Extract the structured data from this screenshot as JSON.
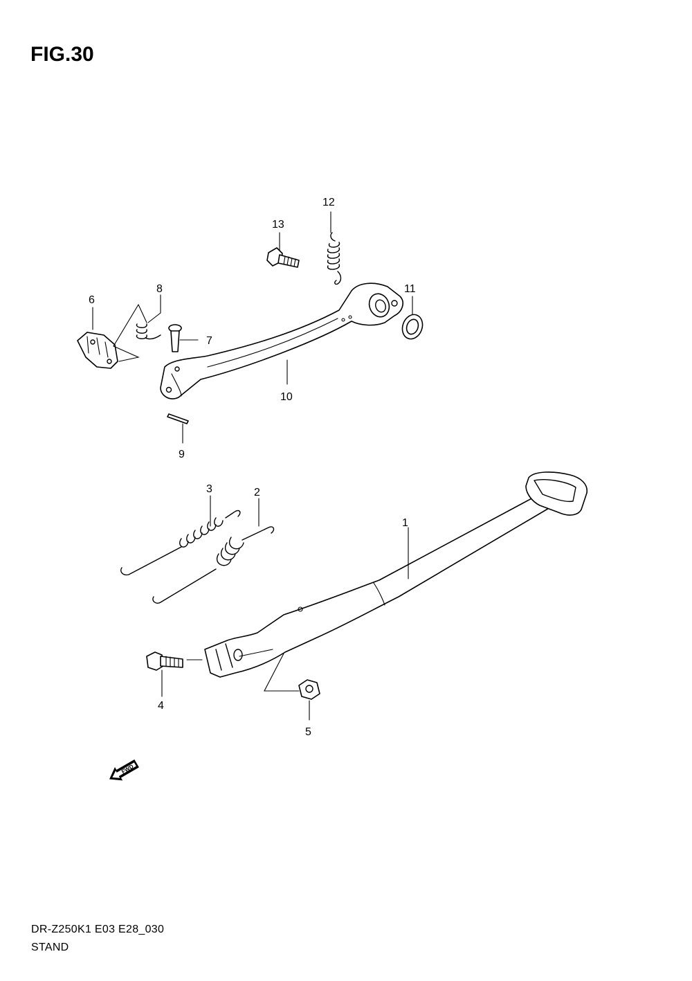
{
  "figure": {
    "title": "FIG.30"
  },
  "callouts": [
    {
      "id": "1",
      "label": "1"
    },
    {
      "id": "2",
      "label": "2"
    },
    {
      "id": "3",
      "label": "3"
    },
    {
      "id": "4",
      "label": "4"
    },
    {
      "id": "5",
      "label": "5"
    },
    {
      "id": "6",
      "label": "6"
    },
    {
      "id": "7",
      "label": "7"
    },
    {
      "id": "8",
      "label": "8"
    },
    {
      "id": "9",
      "label": "9"
    },
    {
      "id": "10",
      "label": "10"
    },
    {
      "id": "11",
      "label": "11"
    },
    {
      "id": "12",
      "label": "12"
    },
    {
      "id": "13",
      "label": "13"
    }
  ],
  "fwd_marker": {
    "label": "FWD"
  },
  "footer": {
    "code": "DR-Z250K1 E03 E28_030",
    "name": "STAND"
  }
}
